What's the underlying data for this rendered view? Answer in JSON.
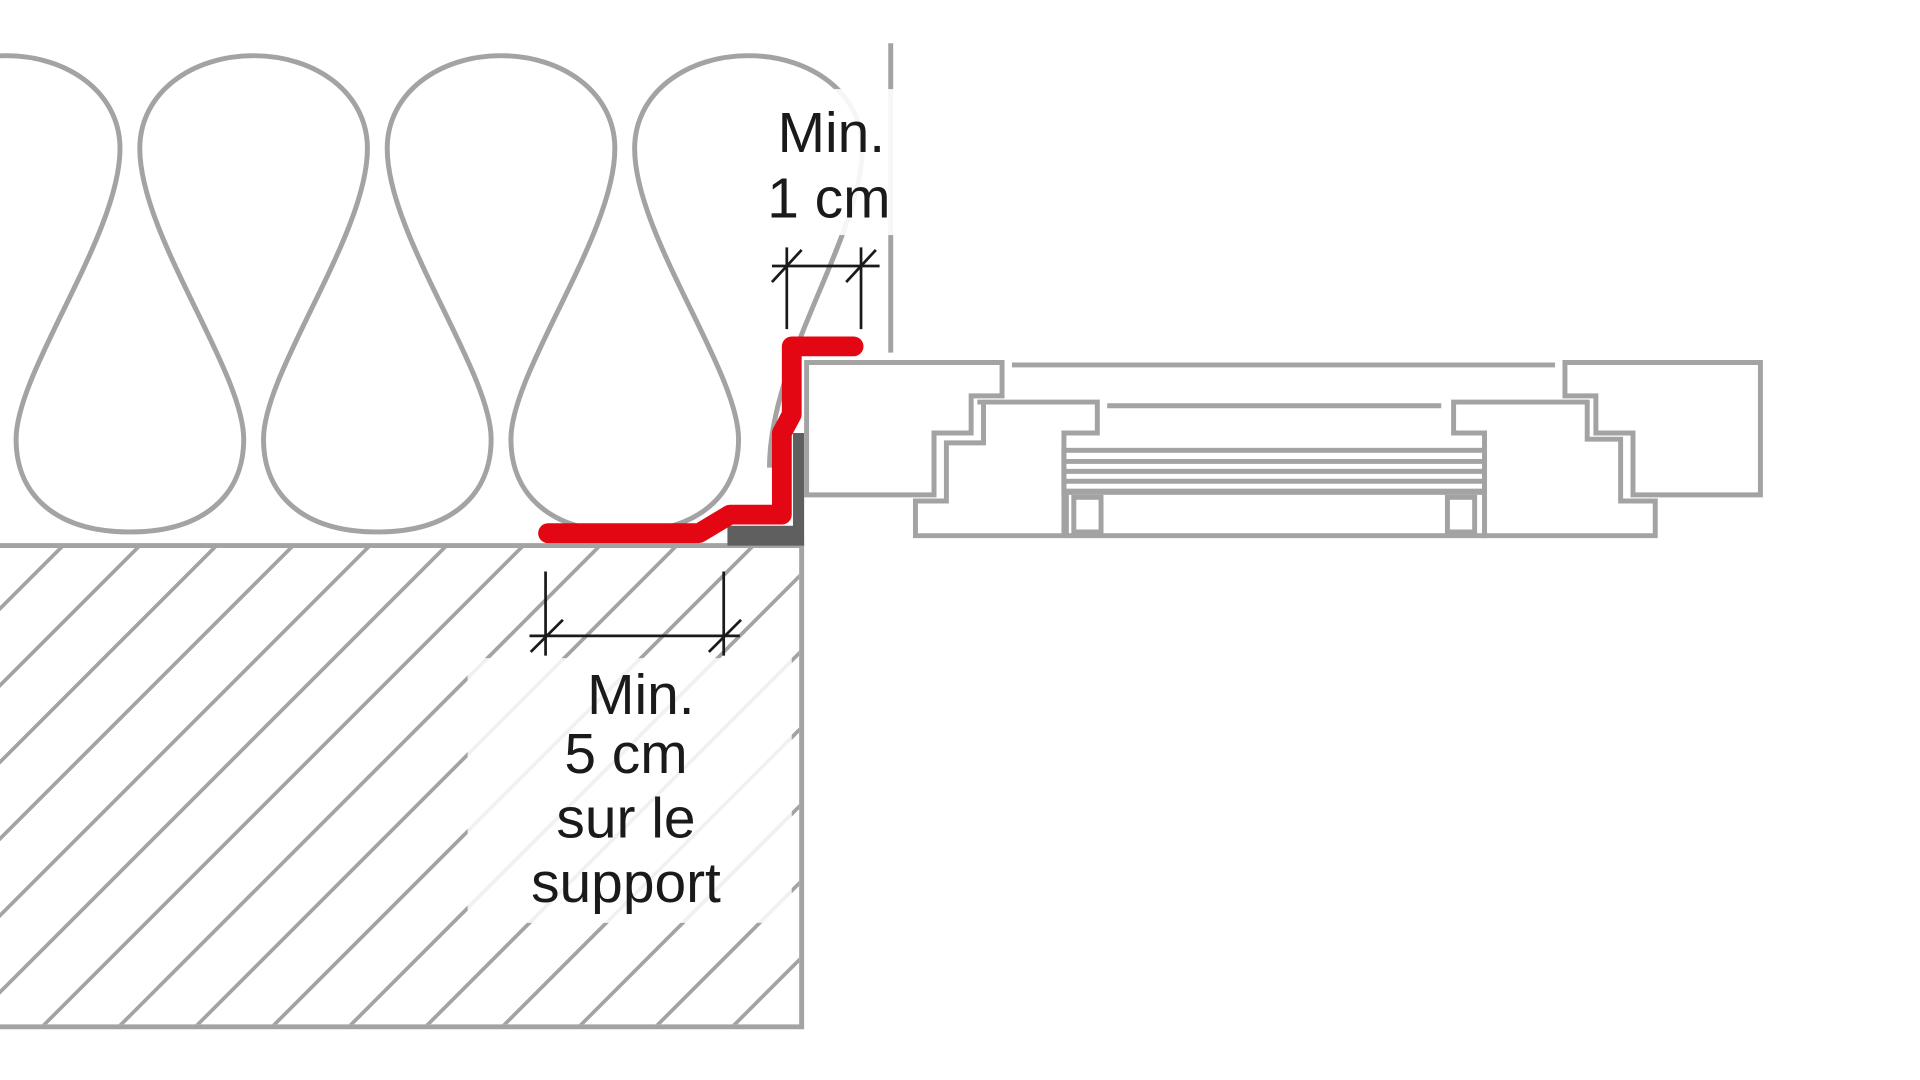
{
  "labels": {
    "top_min": "Min.",
    "top_value": "1 cm",
    "bottom_min": "Min.",
    "bottom_value": "5 cm",
    "bottom_line3": "sur le",
    "bottom_line4": "support"
  },
  "colors": {
    "membrane": "#e30613",
    "outline": "#a3a3a3",
    "angle_profile": "#5f5f5f",
    "dimension": "#1a1a1a"
  }
}
